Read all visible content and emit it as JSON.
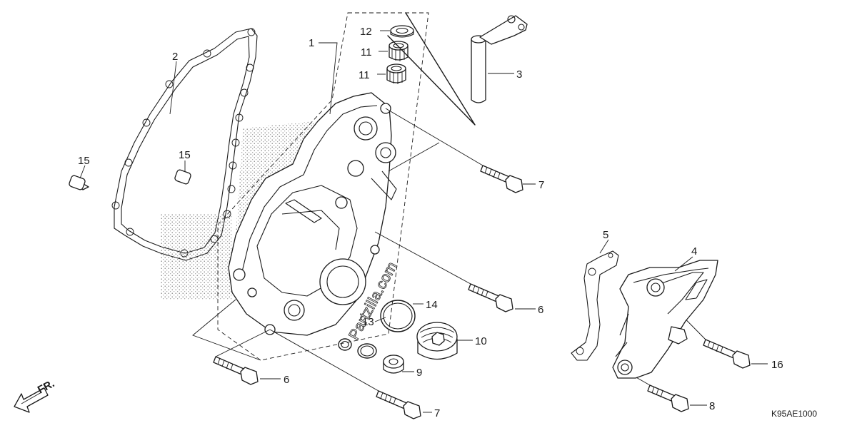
{
  "diagram": {
    "drawing_code": "K95AE1000",
    "direction_label": "FR.",
    "watermark": "Partzilla.com",
    "callouts": [
      {
        "id": "c1",
        "number": "1"
      },
      {
        "id": "c2",
        "number": "2"
      },
      {
        "id": "c3",
        "number": "3"
      },
      {
        "id": "c4",
        "number": "4"
      },
      {
        "id": "c5",
        "number": "5"
      },
      {
        "id": "c6a",
        "number": "6"
      },
      {
        "id": "c6b",
        "number": "6"
      },
      {
        "id": "c7a",
        "number": "7"
      },
      {
        "id": "c7b",
        "number": "7"
      },
      {
        "id": "c8",
        "number": "8"
      },
      {
        "id": "c9",
        "number": "9"
      },
      {
        "id": "c10",
        "number": "10"
      },
      {
        "id": "c11a",
        "number": "11"
      },
      {
        "id": "c11b",
        "number": "11"
      },
      {
        "id": "c12",
        "number": "12"
      },
      {
        "id": "c13",
        "number": "13"
      },
      {
        "id": "c14",
        "number": "14"
      },
      {
        "id": "c15a",
        "number": "15"
      },
      {
        "id": "c15b",
        "number": "15"
      },
      {
        "id": "c16",
        "number": "16"
      }
    ]
  }
}
